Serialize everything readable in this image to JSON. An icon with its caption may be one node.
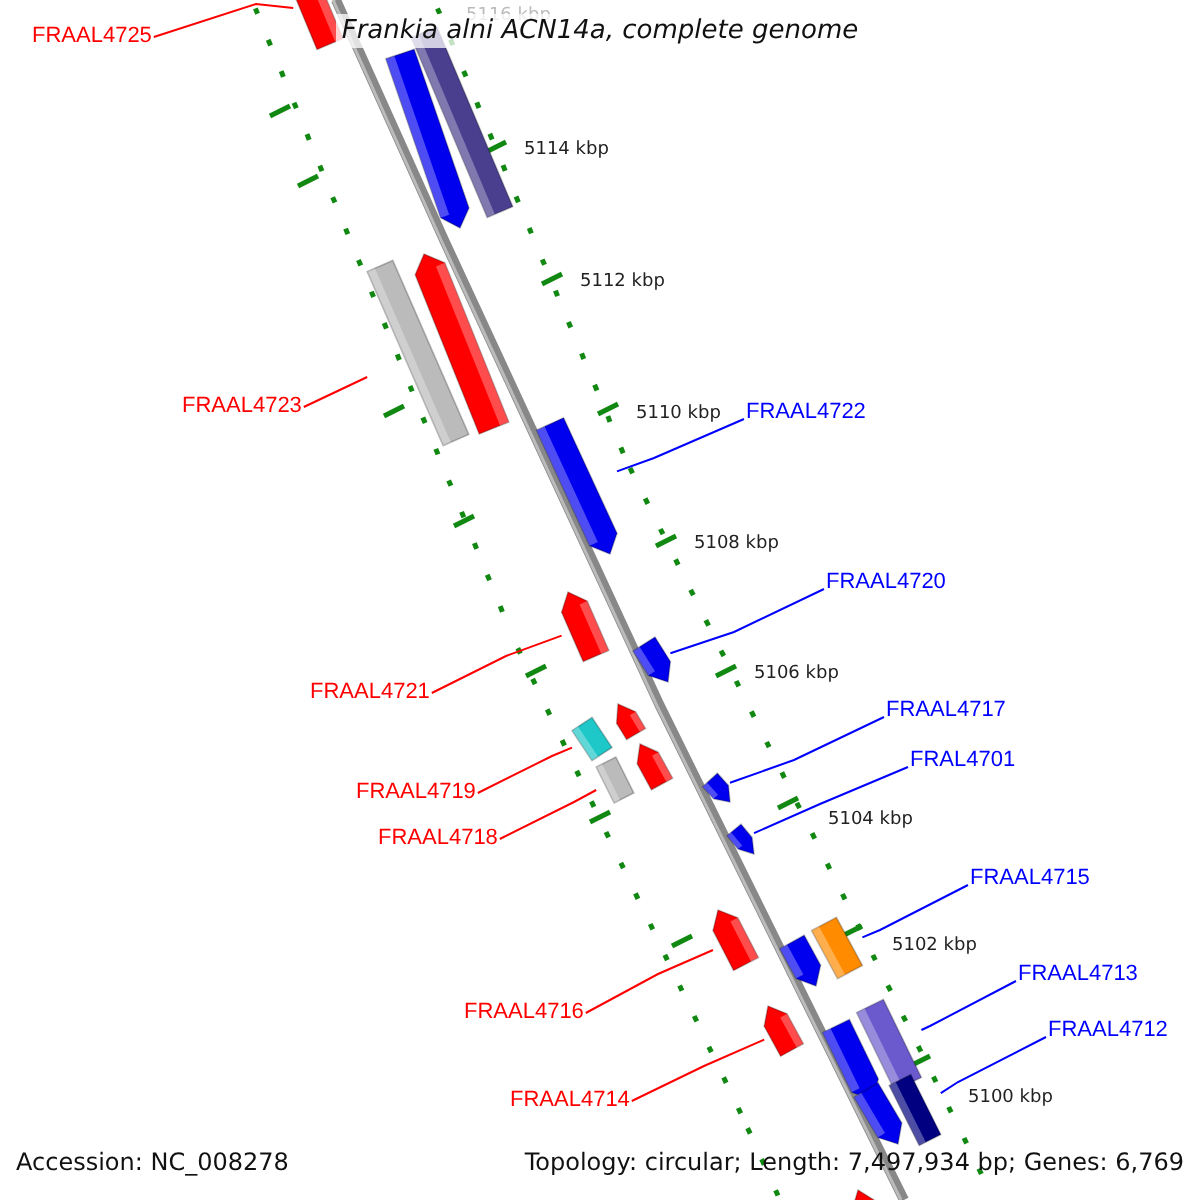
{
  "diagram": {
    "title": "Frankia alni ACN14a, complete genome",
    "nodes": [
      {
        "text": [
          "FRAAL4725"
        ]
      },
      {
        "text": [
          "FRAAL4723"
        ]
      },
      {
        "text": [
          "FRAAL4722"
        ]
      },
      {
        "text": [
          "FRAAL4720"
        ]
      },
      {
        "text": [
          "FRAAL4721"
        ]
      },
      {
        "text": [
          "FRAAL4717"
        ]
      },
      {
        "text": [
          "FRAL4701"
        ]
      },
      {
        "text": [
          "FRAAL4719"
        ]
      },
      {
        "text": [
          "FRAAL4718"
        ]
      },
      {
        "text": [
          "FRAAL4715"
        ]
      },
      {
        "text": [
          "FRAAL4713"
        ]
      },
      {
        "text": [
          "FRAAL4716"
        ]
      },
      {
        "text": [
          "FRAAL4712"
        ]
      },
      {
        "text": [
          "FRAAL4714"
        ]
      },
      {
        "text": [],
        "shape": "arrow"
      },
      {
        "text": [],
        "shape": "bar"
      },
      {
        "text": [],
        "shape": "arrow"
      },
      {
        "text": [],
        "shape": "arrow"
      },
      {
        "text": [],
        "shape": "arrow"
      },
      {
        "text": [],
        "shape": "arrow"
      },
      {
        "text": [],
        "shape": "arrow"
      },
      {
        "text": [],
        "shape": "bar"
      },
      {
        "text": [],
        "shape": "bar"
      },
      {
        "text": [],
        "shape": "bar"
      },
      {
        "text": [],
        "shape": "bar"
      },
      {
        "text": [],
        "shape": "arrow"
      },
      {
        "text": [],
        "shape": "bar"
      },
      {
        "text": [],
        "shape": "arrow"
      },
      {
        "text": [],
        "shape": "bar"
      },
      {
        "text": [],
        "shape": "arrow"
      },
      {
        "text": [],
        "shape": "arrow"
      },
      {
        "text": [],
        "shape": "arrow"
      },
      {
        "text": [],
        "shape": "arrow"
      },
      {
        "text": [],
        "shape": "arrow"
      },
      {
        "text": [],
        "shape": "arrow"
      },
      {
        "text": [],
        "shape": "arrow"
      },
      {
        "text": [],
        "shape": "arrow"
      }
    ],
    "edges": [
      {
        "from": 0,
        "to": 14,
        "arrow": "none",
        "color": "#ff0000"
      },
      {
        "from": 1,
        "to": 15,
        "arrow": "none",
        "color": "#ff0000"
      },
      {
        "from": 2,
        "to": 16,
        "arrow": "none",
        "color": "#0000ff"
      },
      {
        "from": 3,
        "to": 17,
        "arrow": "none",
        "color": "#0000ff"
      },
      {
        "from": 4,
        "to": 18,
        "arrow": "none",
        "color": "#ff0000"
      },
      {
        "from": 5,
        "to": 19,
        "arrow": "none",
        "color": "#0000ff"
      },
      {
        "from": 6,
        "to": 20,
        "arrow": "none",
        "color": "#0000ff"
      },
      {
        "from": 7,
        "to": 21,
        "arrow": "none",
        "color": "#ff0000"
      },
      {
        "from": 8,
        "to": 22,
        "arrow": "none",
        "color": "#ff0000"
      },
      {
        "from": 9,
        "to": 23,
        "arrow": "none",
        "color": "#0000ff"
      },
      {
        "from": 10,
        "to": 24,
        "arrow": "none",
        "color": "#0000ff"
      },
      {
        "from": 11,
        "to": 25,
        "arrow": "none",
        "color": "#ff0000"
      },
      {
        "from": 12,
        "to": 26,
        "arrow": "none",
        "color": "#0000ff"
      },
      {
        "from": 13,
        "to": 27,
        "arrow": "none",
        "color": "#ff0000"
      }
    ],
    "labels": [
      "5116 kbp",
      "5114 kbp",
      "5112 kbp",
      "5110 kbp",
      "5108 kbp",
      "5106 kbp",
      "5104 kbp",
      "5102 kbp",
      "5100 kbp",
      "Accession: NC_008278",
      "Topology: circular; Length: 7,497,934 bp; Genes: 6,769"
    ]
  }
}
